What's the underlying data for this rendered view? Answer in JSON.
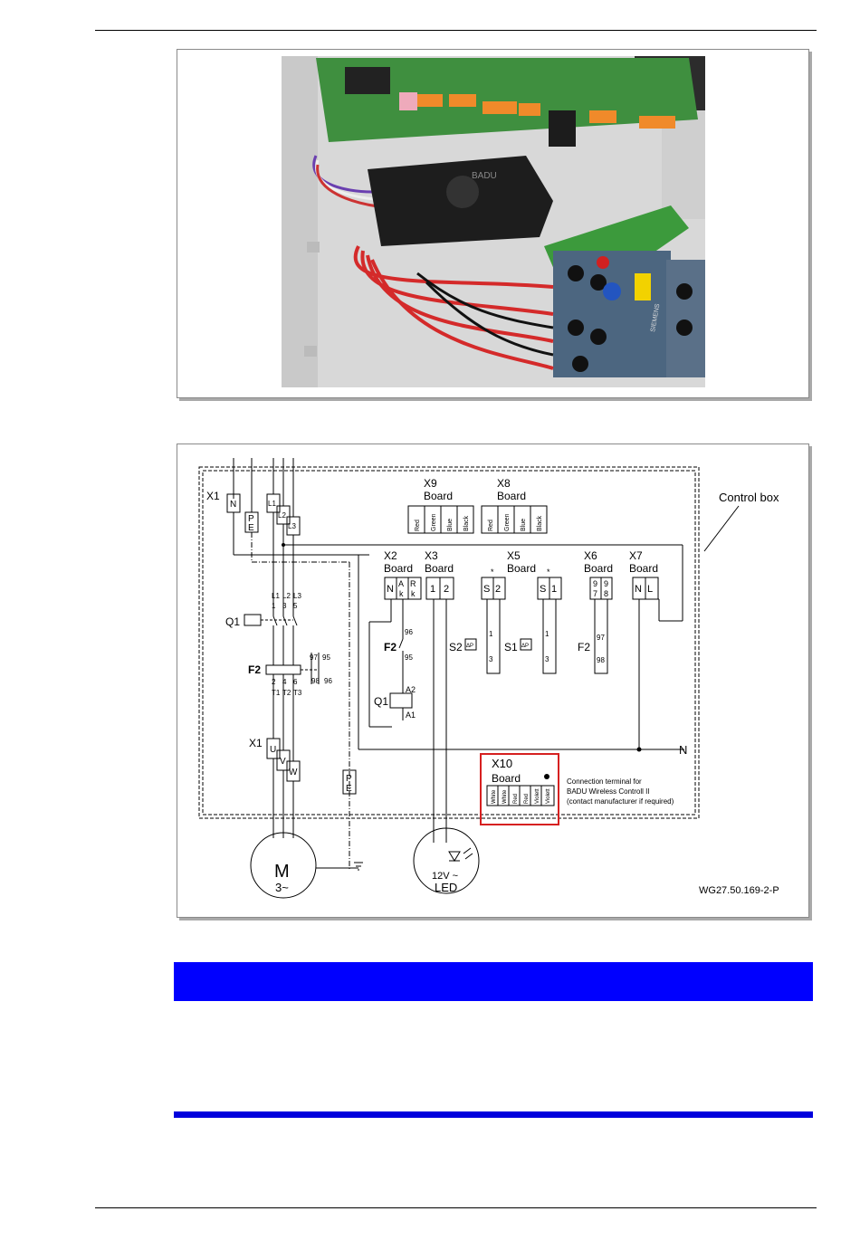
{
  "photo": {
    "brand_text": "BADU",
    "relay_text": "SIEMENS"
  },
  "diagram": {
    "control_box_label": "Control box",
    "x1_label": "X1",
    "n": "N",
    "pe_p": "P",
    "pe_e": "E",
    "l1": "L1",
    "l2": "L2",
    "l3": "L3",
    "x9": {
      "name": "X9",
      "sub": "Board",
      "pins": [
        "Red",
        "Green",
        "Blue",
        "Black"
      ]
    },
    "x8": {
      "name": "X8",
      "sub": "Board",
      "pins": [
        "Red",
        "Green",
        "Blue",
        "Black"
      ]
    },
    "x2": {
      "name": "X2",
      "sub": "Board",
      "pins": [
        "N",
        "A",
        "k",
        "R",
        "k"
      ]
    },
    "x3": {
      "name": "X3",
      "sub": "Board",
      "pins": [
        "1",
        "2"
      ]
    },
    "x5": {
      "name": "X5",
      "sub": "Board",
      "pins": [
        "S",
        "2",
        "S",
        "1"
      ],
      "star": "*"
    },
    "x6": {
      "name": "X6",
      "sub": "Board",
      "pins": [
        "9",
        "7",
        "9",
        "8"
      ]
    },
    "x7": {
      "name": "X7",
      "sub": "Board",
      "pins": [
        "N",
        "L"
      ]
    },
    "q1": "Q1",
    "f2": "F2",
    "s2": "S2",
    "s1": "S1",
    "dp": "ΔP",
    "contacts": {
      "96": "96",
      "95": "95",
      "97": "97",
      "98": "98",
      "a1": "A1",
      "a2": "A2",
      "one": "1",
      "three": "3",
      "two": "2",
      "four": "4",
      "five": "5",
      "six": "6",
      "t1": "T1",
      "t2": "T2",
      "t3": "T3"
    },
    "motor": {
      "u": "U",
      "v": "V",
      "w": "W",
      "m": "M",
      "phase": "3~"
    },
    "led": {
      "volt": "12V ~",
      "label": "LED"
    },
    "x10": {
      "name": "X10",
      "sub": "Board",
      "pins": [
        "White",
        "White",
        "Red",
        "Red",
        "Violett",
        "Violett"
      ]
    },
    "x10_note": [
      "Connection terminal for",
      "BADU Wireless Controll II",
      "(contact manufacturer if required)"
    ],
    "drawing_no": "WG27.50.169-2-P"
  },
  "colors": {
    "banner": "#0000ff",
    "bar": "#0000dd",
    "x10_box": "#d62020"
  }
}
